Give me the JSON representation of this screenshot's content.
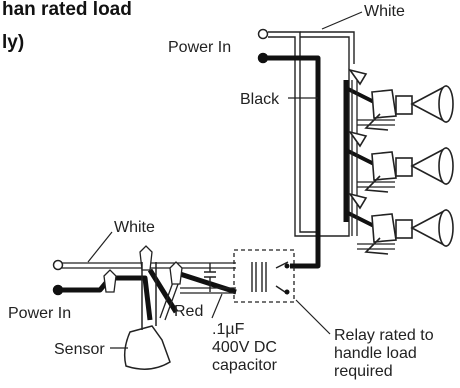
{
  "title_lines": [
    "han rated load",
    "ly)"
  ],
  "labels": {
    "white_top": "White",
    "power_in_top": "Power In",
    "black": "Black",
    "white_left": "White",
    "power_in_left": "Power In",
    "red": "Red",
    "sensor": "Sensor",
    "capacitor_lines": [
      ".1µF",
      "400V DC",
      "capacitor"
    ],
    "relay_lines": [
      "Relay rated to",
      "handle load",
      "required"
    ]
  },
  "colors": {
    "black_wire": "#111111",
    "white_wire": "#ffffff",
    "outline": "#222222"
  }
}
